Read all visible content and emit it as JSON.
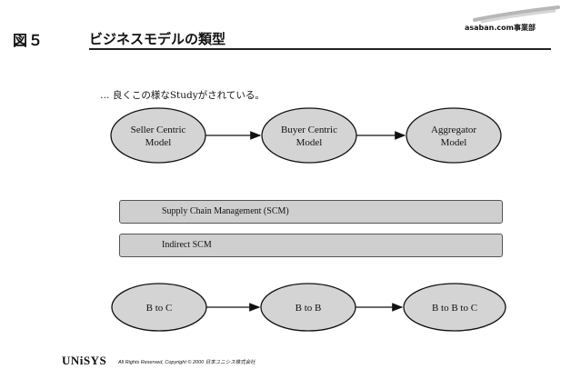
{
  "header": {
    "figure_label": "図５",
    "title": "ビジネスモデルの類型",
    "brand": "asaban.com事業部"
  },
  "subtitle": "… 良くこの様なStudyがされている。",
  "top_row": {
    "nodes": [
      {
        "line1": "Seller Centric",
        "line2": "Model"
      },
      {
        "line1": "Buyer Centric",
        "line2": "Model"
      },
      {
        "line1": "Aggregator",
        "line2": "Model"
      }
    ]
  },
  "bands": [
    {
      "label": "Supply Chain Management (SCM)"
    },
    {
      "label": "Indirect SCM"
    }
  ],
  "bottom_row": {
    "nodes": [
      {
        "label": "B to C"
      },
      {
        "label": "B to B"
      },
      {
        "label": "B to B to C"
      }
    ]
  },
  "footer": {
    "logo": "UNiSYS",
    "text": "All Rights Reserved, Copyright © 2000 日本ユニシス株式会社"
  }
}
